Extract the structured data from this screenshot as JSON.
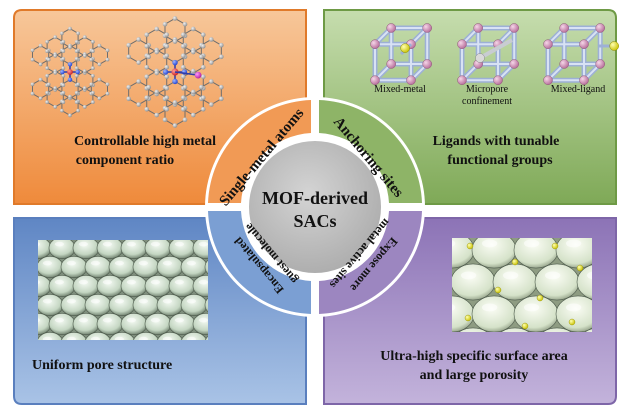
{
  "colors": {
    "orange": "#F2A05B",
    "green": "#8FB56A",
    "blue": "#7B9ED0",
    "purple": "#9B86BE",
    "center": "#B9B9B9"
  },
  "center": {
    "line1": "MOF-derived",
    "line2": "SACs"
  },
  "quadrants": {
    "top_left": {
      "title_line1": "Controllable high metal",
      "title_line2": "component ratio",
      "ring_label": "Single-metal atoms"
    },
    "top_right": {
      "title_line1": "Ligands with tunable",
      "title_line2": "functional groups",
      "ring_label": "Anchoring sites",
      "cube_labels": {
        "mixed_metal": "Mixed-metal",
        "micropore_line1": "Micropore",
        "micropore_line2": "confinement",
        "mixed_ligand": "Mixed-ligand"
      }
    },
    "bottom_left": {
      "title": "Uniform pore structure",
      "ring_label_line1": "Encapsulated",
      "ring_label_line2": "guest molecule"
    },
    "bottom_right": {
      "title_line1": "Ultra-high specific surface area",
      "title_line2": "and large porosity",
      "ring_label_line1": "Expose more",
      "ring_label_line2": "metal active sites"
    }
  }
}
